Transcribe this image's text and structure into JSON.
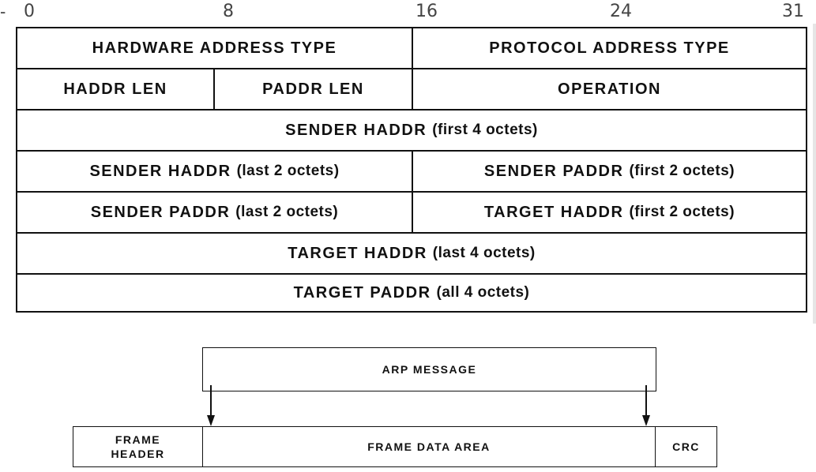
{
  "ruler": {
    "dash": "-",
    "ticks": [
      "0",
      "8",
      "16",
      "24",
      "31"
    ]
  },
  "arp_table": {
    "rows": [
      {
        "cells": [
          {
            "label": "HARDWARE ADDRESS TYPE",
            "note": ""
          },
          {
            "label": "PROTOCOL ADDRESS TYPE",
            "note": ""
          }
        ]
      },
      {
        "cells": [
          {
            "label": "HADDR LEN",
            "note": ""
          },
          {
            "label": "PADDR LEN",
            "note": ""
          },
          {
            "label": "OPERATION",
            "note": ""
          }
        ]
      },
      {
        "cells": [
          {
            "label": "SENDER HADDR",
            "note": "(first 4 octets)"
          }
        ]
      },
      {
        "cells": [
          {
            "label": "SENDER HADDR",
            "note": "(last 2 octets)"
          },
          {
            "label": "SENDER PADDR",
            "note": "(first 2 octets)"
          }
        ]
      },
      {
        "cells": [
          {
            "label": "SENDER PADDR",
            "note": "(last 2 octets)"
          },
          {
            "label": "TARGET HADDR",
            "note": "(first 2 octets)"
          }
        ]
      },
      {
        "cells": [
          {
            "label": "TARGET HADDR",
            "note": "(last 4 octets)"
          }
        ]
      },
      {
        "cells": [
          {
            "label": "TARGET PADDR",
            "note": "(all 4 octets)"
          }
        ]
      }
    ]
  },
  "encapsulation": {
    "arp_message": "ARP MESSAGE",
    "frame_header_line1": "FRAME",
    "frame_header_line2": "HEADER",
    "frame_data_area": "FRAME DATA AREA",
    "crc": "CRC"
  }
}
